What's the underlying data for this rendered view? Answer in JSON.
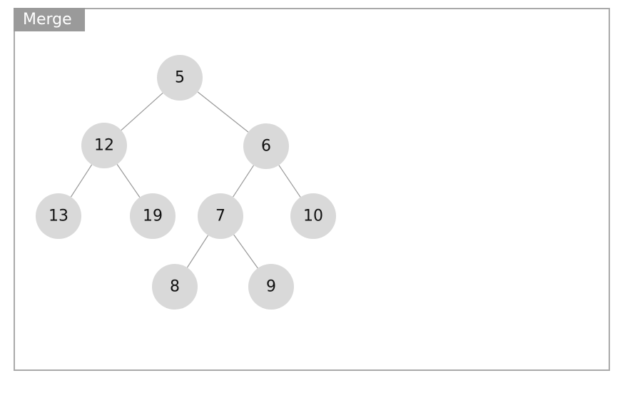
{
  "panel": {
    "title": "Merge"
  },
  "tree": {
    "nodes": [
      {
        "id": "n5",
        "label": "5"
      },
      {
        "id": "n12",
        "label": "12"
      },
      {
        "id": "n6",
        "label": "6"
      },
      {
        "id": "n13",
        "label": "13"
      },
      {
        "id": "n19",
        "label": "19"
      },
      {
        "id": "n7",
        "label": "7"
      },
      {
        "id": "n10",
        "label": "10"
      },
      {
        "id": "n8",
        "label": "8"
      },
      {
        "id": "n9",
        "label": "9"
      }
    ],
    "edges": [
      [
        "n5",
        "n12"
      ],
      [
        "n5",
        "n6"
      ],
      [
        "n12",
        "n13"
      ],
      [
        "n12",
        "n19"
      ],
      [
        "n6",
        "n7"
      ],
      [
        "n6",
        "n10"
      ],
      [
        "n7",
        "n8"
      ],
      [
        "n7",
        "n9"
      ]
    ]
  }
}
